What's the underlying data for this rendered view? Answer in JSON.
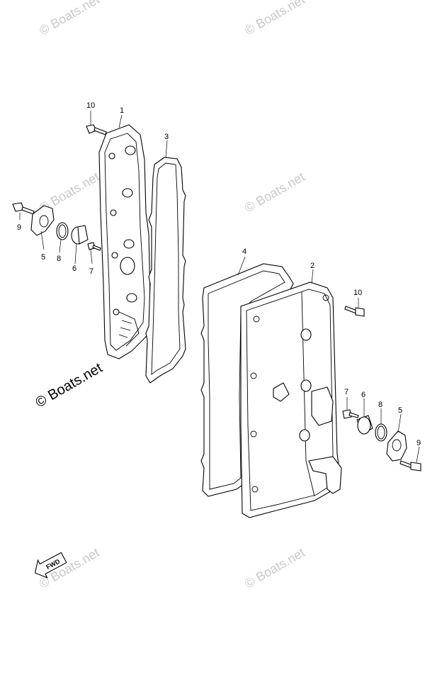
{
  "watermark": {
    "text": "© Boats.net",
    "main_text": "© Boats.net"
  },
  "fwd_label": "FWD",
  "callouts": [
    {
      "id": "c10a",
      "text": "10"
    },
    {
      "id": "c1",
      "text": "1"
    },
    {
      "id": "c3",
      "text": "3"
    },
    {
      "id": "c9a",
      "text": "9"
    },
    {
      "id": "c5a",
      "text": "5"
    },
    {
      "id": "c8a",
      "text": "8"
    },
    {
      "id": "c6a",
      "text": "6"
    },
    {
      "id": "c7a",
      "text": "7"
    },
    {
      "id": "c4",
      "text": "4"
    },
    {
      "id": "c2",
      "text": "2"
    },
    {
      "id": "c10b",
      "text": "10"
    },
    {
      "id": "c7b",
      "text": "7"
    },
    {
      "id": "c6b",
      "text": "6"
    },
    {
      "id": "c8b",
      "text": "8"
    },
    {
      "id": "c5b",
      "text": "5"
    },
    {
      "id": "c9b",
      "text": "9"
    }
  ]
}
